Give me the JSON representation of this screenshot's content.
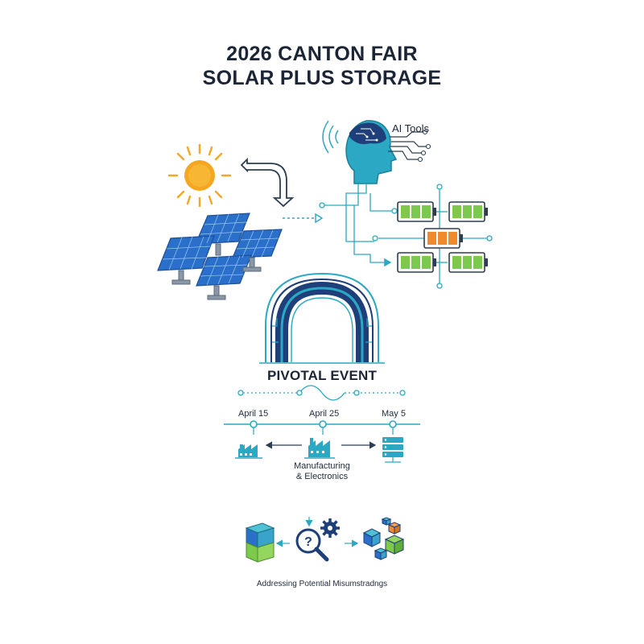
{
  "title": {
    "line1": "2026 CANTON FAIR",
    "line2": "SOLAR PLUS STORAGE"
  },
  "ai_section": {
    "label": "AI Tools",
    "icon": "ai-head-icon"
  },
  "energy": {
    "sun_icon": "sun-icon",
    "panels_icon": "solar-panels-icon",
    "batteries": [
      {
        "position": "left-top",
        "color": "#7cc94c",
        "level": "full"
      },
      {
        "position": "right-top",
        "color": "#7cc94c",
        "level": "full"
      },
      {
        "position": "middle",
        "color": "#f08a2c",
        "level": "full"
      },
      {
        "position": "left-bottom",
        "color": "#7cc94c",
        "level": "full"
      },
      {
        "position": "right-bottom",
        "color": "#7cc94c",
        "level": "full"
      }
    ]
  },
  "event": {
    "heading": "PIVOTAL EVENT",
    "arch_icon": "arch-gateway-icon",
    "dates": [
      "April 15",
      "April 25",
      "May 5"
    ]
  },
  "industry": {
    "line1": "Manufacturing",
    "line2": "& Electronics",
    "icons": [
      "factory-icon",
      "factory-icon",
      "server-rack-icon"
    ]
  },
  "misunderstandings": {
    "label": "Addressing Potential Misumstradngs",
    "icons": [
      "block-icon",
      "magnifier-question-icon",
      "gear-icon",
      "cubes-icon"
    ]
  },
  "colors": {
    "primary_teal": "#2aa8c4",
    "navy": "#1f3f7a",
    "sun": "#f5a623",
    "battery_green": "#7cc94c",
    "battery_orange": "#f08a2c",
    "text_dark": "#1b2535"
  }
}
